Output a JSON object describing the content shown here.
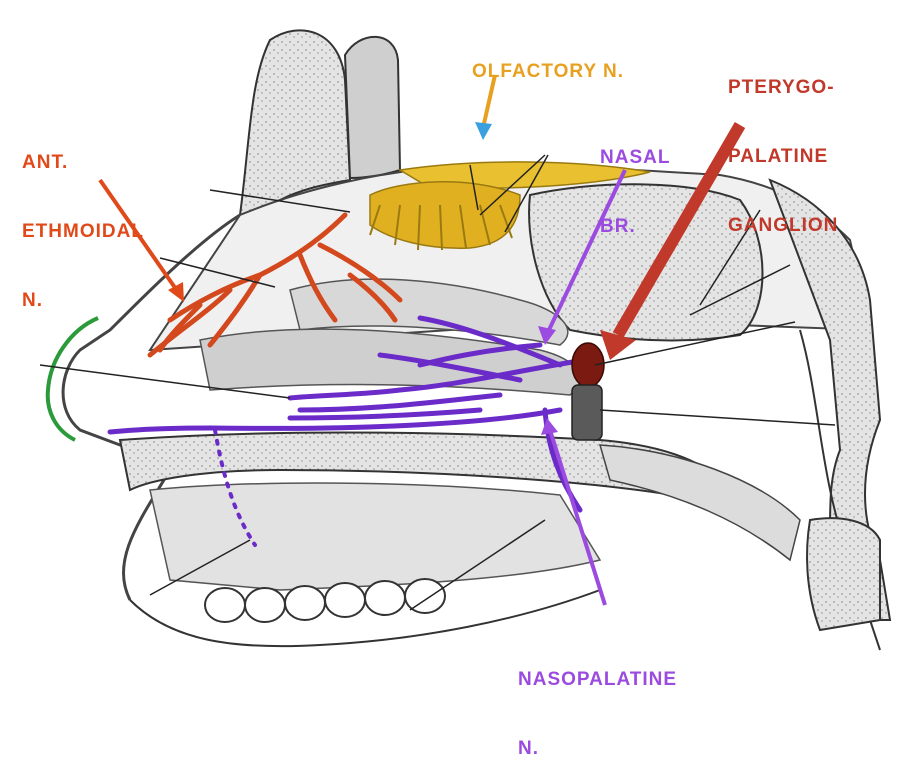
{
  "labels": {
    "olfactory": {
      "lines": [
        "OLFACTORY N."
      ],
      "color": "#e8a020"
    },
    "pterygopalatine": {
      "lines": [
        "PTERYGO-",
        "PALATINE",
        "GANGLION"
      ],
      "color": "#c0392b"
    },
    "ant_ethmoidal": {
      "lines": [
        "ANT.",
        "ETHMOIDAL",
        "N."
      ],
      "color": "#e04a1a"
    },
    "nasal_br": {
      "lines": [
        "NASAL",
        "BR."
      ],
      "color": "#9b4be0"
    },
    "nasopalatine": {
      "lines": [
        "NASOPALATINE",
        "N."
      ],
      "color": "#9b4be0"
    }
  },
  "colors": {
    "olfactory_nerve": "#e0b020",
    "ethmoidal_nerve": "#d4481e",
    "nasal_nerve": "#6a2bc8",
    "ganglion": "#7a1a10",
    "nose_outline": "#2a9a3a",
    "bone_fill": "#d8d8d8",
    "line": "#222222"
  }
}
